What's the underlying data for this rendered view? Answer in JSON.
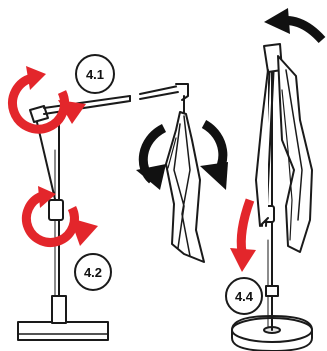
{
  "steps": [
    {
      "id": "step-4-1",
      "label": "4.1"
    },
    {
      "id": "step-4-2",
      "label": "4.2"
    },
    {
      "id": "step-4-4",
      "label": "4.4"
    }
  ],
  "colors": {
    "rotate_arrow": "#e3262b",
    "fold_arrow": "#111111",
    "line": "#1a1a1a",
    "fill_light": "#ffffff",
    "fill_shade": "#e6e6e6"
  },
  "icons": {
    "rotate_ccw": "red-circular-rotate-arrow-icon",
    "fold_turn": "black-curved-fold-arrow-icon",
    "lower_down": "red-down-arrow-icon",
    "rotate_back": "black-curved-arrow-icon"
  }
}
